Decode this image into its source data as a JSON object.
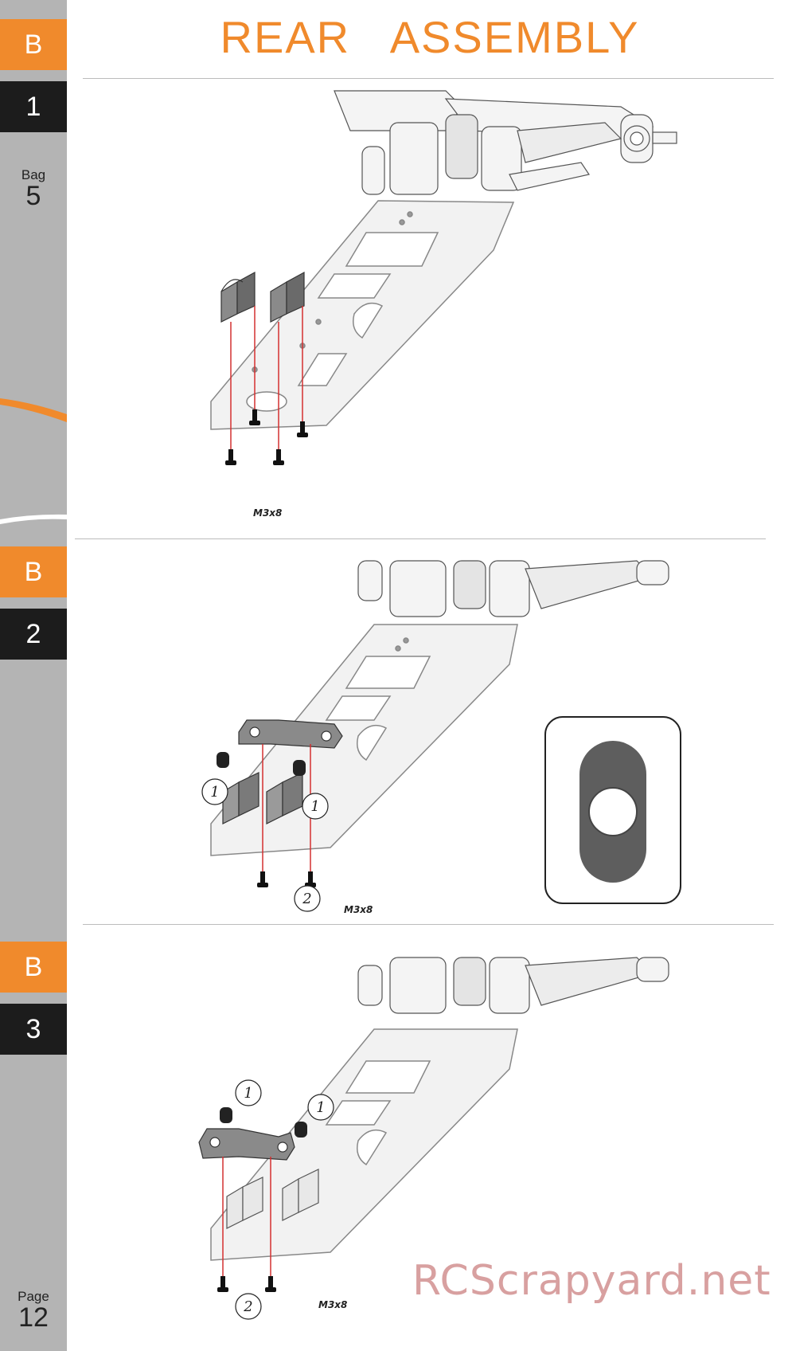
{
  "header": {
    "title": "REAR   ASSEMBLY"
  },
  "sidebar": {
    "steps": [
      {
        "section": "B",
        "number": "1"
      },
      {
        "section": "B",
        "number": "2"
      },
      {
        "section": "B",
        "number": "3"
      }
    ],
    "bag_label": "Bag",
    "bag_number": "5",
    "page_label": "Page",
    "page_number": "12"
  },
  "steps": {
    "step1": {
      "screw_label": "M3x8"
    },
    "step2": {
      "screw_label": "M3x8",
      "callouts": [
        "1",
        "1",
        "2"
      ]
    },
    "step3": {
      "screw_label": "M3x8",
      "callouts": [
        "1",
        "1",
        "2"
      ]
    }
  },
  "watermark": "RCScrapyard.net",
  "colors": {
    "accent": "#f08a2c",
    "dark": "#1c1c1c",
    "sidebar": "#b4b4b4"
  }
}
